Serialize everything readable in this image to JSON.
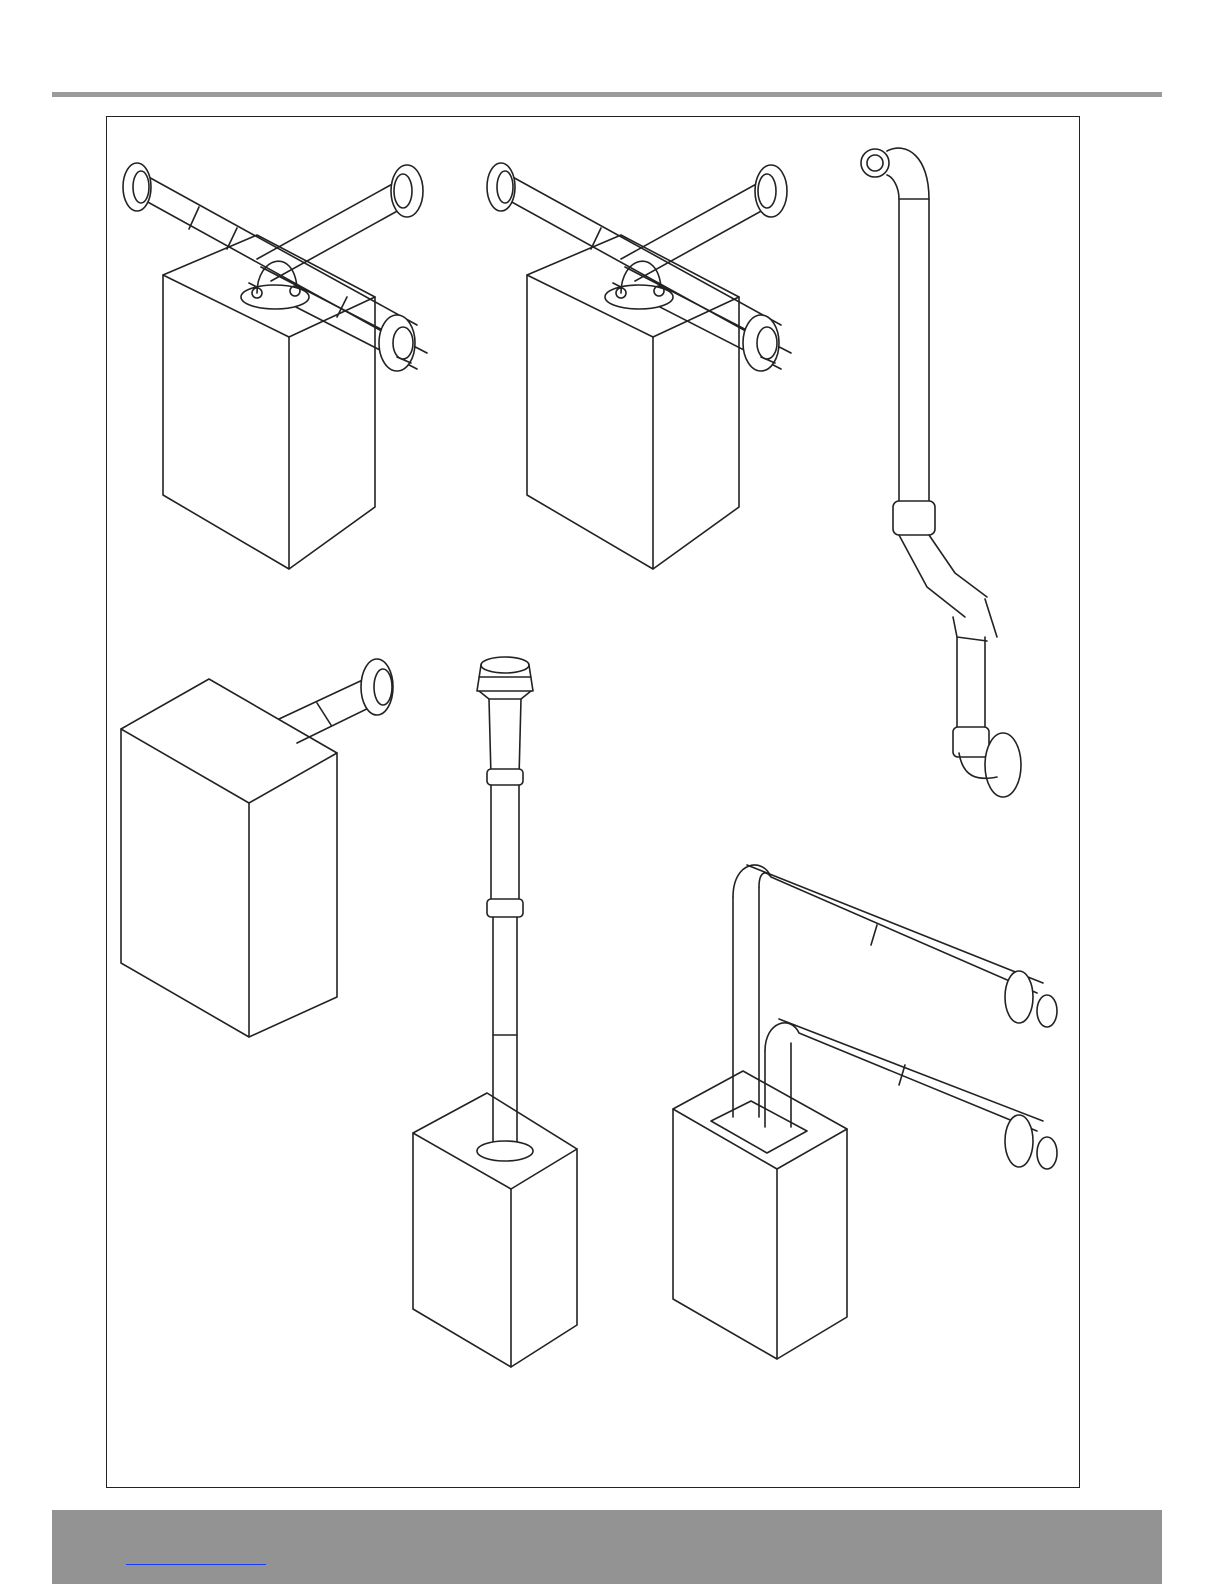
{
  "page": {
    "figures": [
      {
        "id": "fig-a",
        "depicts": "boiler-horizontal-twin-terminal"
      },
      {
        "id": "fig-b",
        "depicts": "boiler-horizontal-twin-terminal"
      },
      {
        "id": "fig-c",
        "depicts": "flue-pipe-with-offset-bends"
      },
      {
        "id": "fig-d",
        "depicts": "boiler-rear-flue"
      },
      {
        "id": "fig-e",
        "depicts": "boiler-vertical-flue"
      },
      {
        "id": "fig-f",
        "depicts": "boiler-twin-pipe-flue"
      }
    ],
    "footer": {
      "link_text": ""
    }
  },
  "colors": {
    "rule": "#9b9b9b",
    "footer": "#939393",
    "link": "#1a3cff",
    "line": "#222222"
  }
}
